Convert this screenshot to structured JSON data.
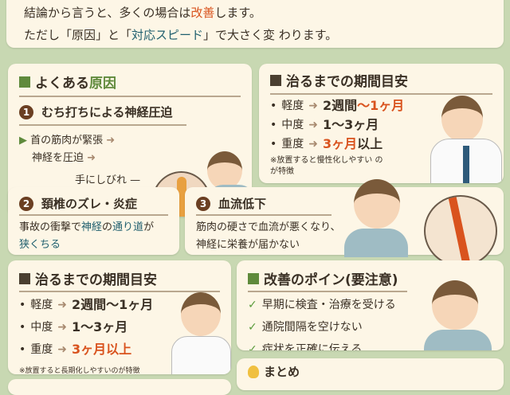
{
  "colors": {
    "background": "#c8d8b2",
    "panel": "#fdf6e6",
    "accent_orange": "#d9531e",
    "accent_green": "#5f8a3c",
    "accent_teal": "#1f5f6e"
  },
  "intro": {
    "line1_a": "結論から言うと、多くの場合は",
    "line1_b": "改善",
    "line1_c": "します。",
    "line2_a": "ただし「原因」と「",
    "line2_b": "対応スピード",
    "line2_c": "」で大さく変 わります。"
  },
  "causes": {
    "title_a": "よくある",
    "title_b": "原因",
    "item1": {
      "num": "1",
      "title": "むち打ちによる神経圧迫",
      "line1": "首の筋肉が緊張",
      "line2": "神経を圧迫",
      "line3": "手にしびれ"
    },
    "item2": {
      "num": "2",
      "title": "頚椎のズレ・炎症",
      "desc_a": "事故の衝撃で",
      "desc_b": "神経",
      "desc_c": "の",
      "desc_d": "通り道",
      "desc_e": "が",
      "desc_f": "狭くちる"
    },
    "item3": {
      "num": "3",
      "title": "血流低下",
      "line1": "筋肉の硬さで血流が悪くなり、",
      "line2": "神経に栄養が届かない"
    }
  },
  "period_top": {
    "title": "治るまでの期間目安",
    "rows": [
      {
        "label": "軽度",
        "value_a": "2週間",
        "value_b": "〜1ヶ月"
      },
      {
        "label": "中度",
        "value_a": "1〜3ヶ月",
        "value_b": ""
      },
      {
        "label": "重度",
        "value_a": "3ヶ月",
        "value_b": "以上"
      }
    ],
    "note": "※放置すると慢性化しやすい のが特徴"
  },
  "period_bottom": {
    "title": "治るまでの期間目安",
    "rows": [
      {
        "label": "軽度",
        "value": "2週間〜1ヶ月"
      },
      {
        "label": "中度",
        "value": "1〜3ヶ月"
      },
      {
        "label": "重度",
        "value": "3ヶ月以上"
      }
    ],
    "note": "※放置すると長期化しやすいのが特徴"
  },
  "points": {
    "title": "改善のポイン(要注意)",
    "items": [
      "早期に検査・治療を受ける",
      "通院間隔を空けない",
      "症状を正確に伝える"
    ]
  },
  "summary": {
    "title": "まとめ"
  }
}
